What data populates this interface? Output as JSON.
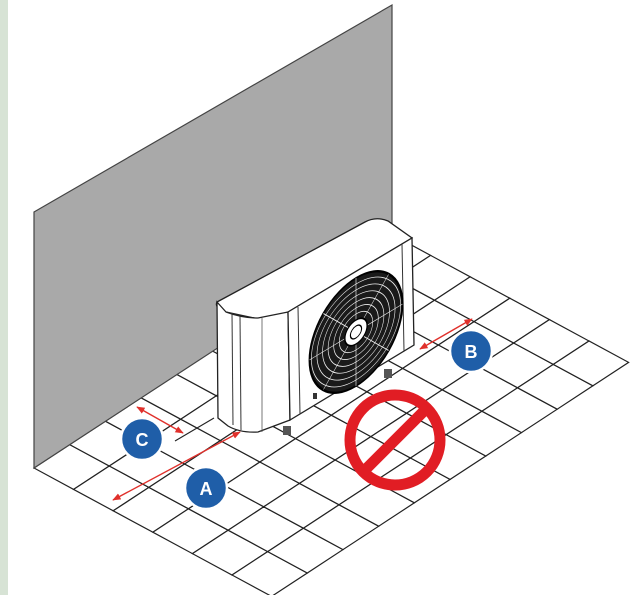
{
  "diagram": {
    "markers": [
      {
        "id": "A",
        "label": "A"
      },
      {
        "id": "B",
        "label": "B"
      },
      {
        "id": "C",
        "label": "C"
      }
    ],
    "colors": {
      "wall": "#a9a9a9",
      "wall_stroke": "#444444",
      "floor_line": "#222222",
      "marker_fill": "#1f5ea8",
      "marker_stroke": "#ffffff",
      "dimension_arrow": "#e0302b",
      "prohibition": "#e11d24",
      "unit_body": "#ffffff",
      "fan": "#111111",
      "side_border": "#d7e3d5"
    },
    "icons": [
      "prohibition-icon",
      "fan-icon",
      "dimension-arrow-icon"
    ]
  }
}
